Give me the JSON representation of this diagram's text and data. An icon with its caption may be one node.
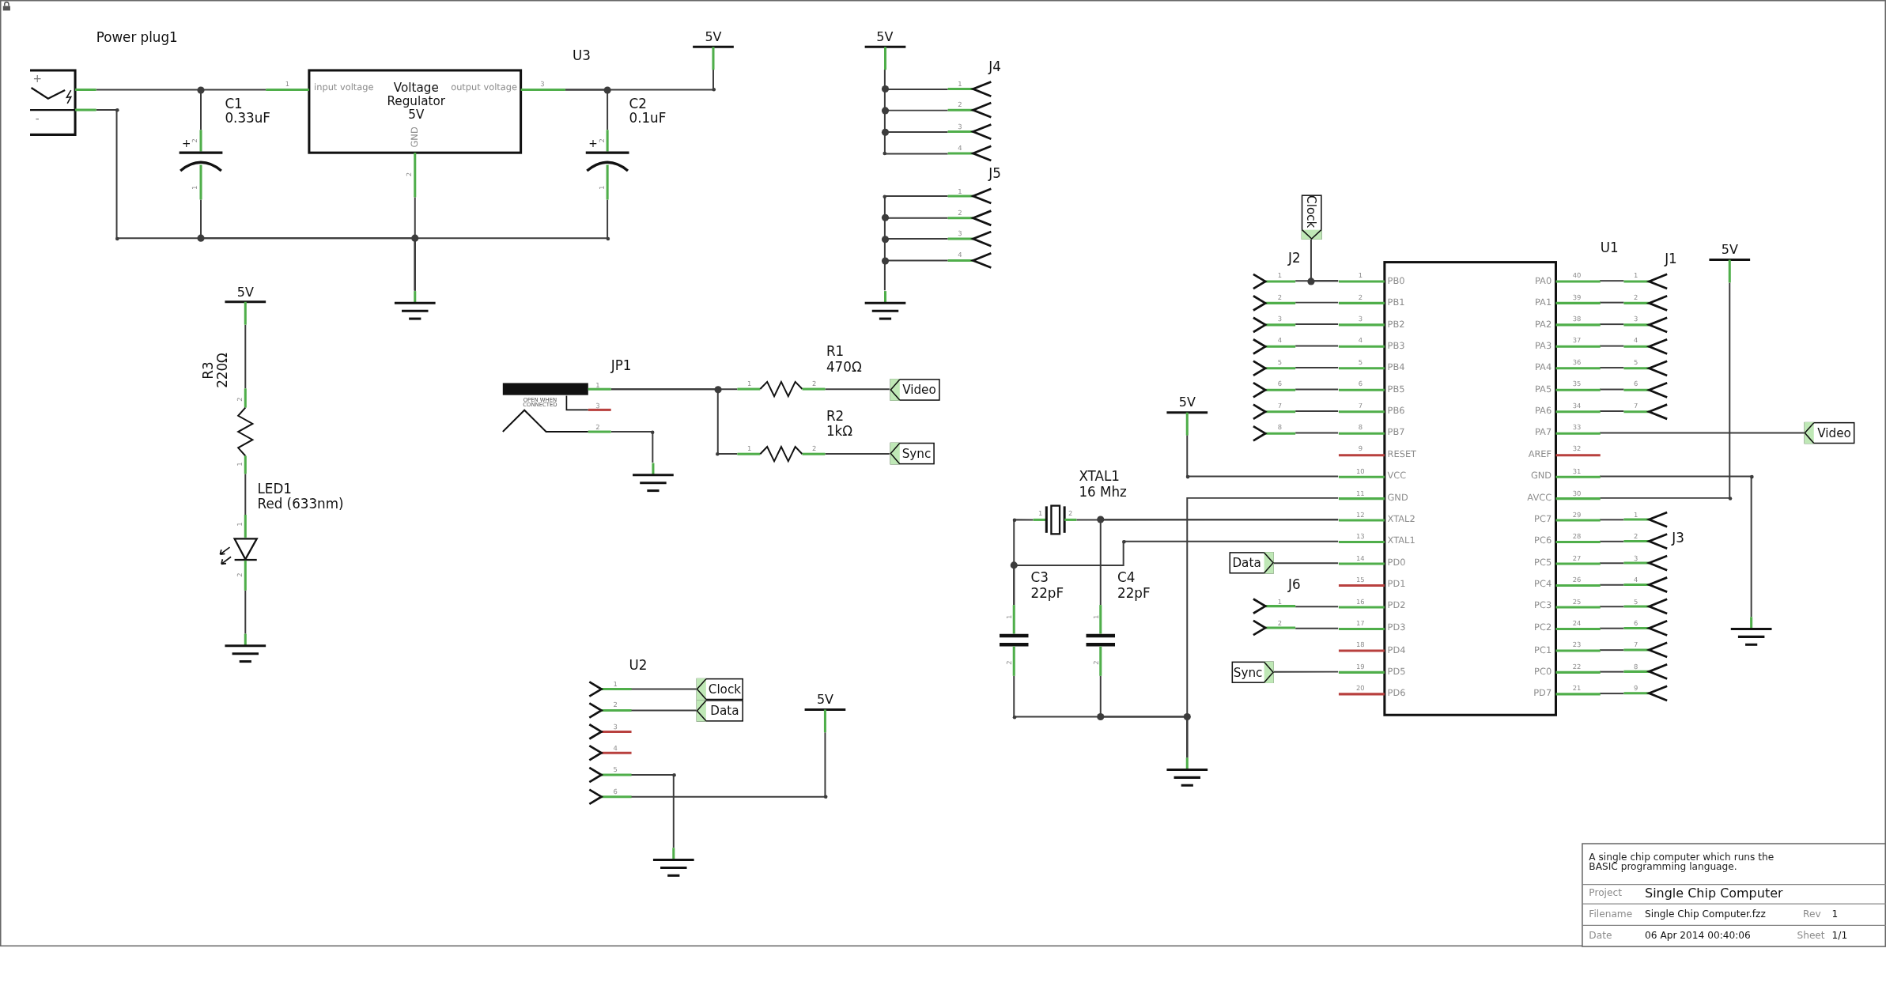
{
  "diagram": {
    "nodes": [
      {
        "text": [
          "+",
          "-"
        ],
        "beside": [
          "Power plug1"
        ]
      },
      {
        "text": [
          "+",
          "2",
          "1"
        ],
        "beside": [
          "C1",
          "0.33uF"
        ]
      },
      {
        "text": [
          "U3",
          "input voltage",
          "Voltage Regulator 5V",
          "output voltage",
          "GND",
          "1",
          "3",
          "2"
        ]
      },
      {
        "text": [
          "+",
          "2",
          "1"
        ],
        "beside": [
          "C2",
          "0.1uF"
        ]
      },
      {
        "text": [
          "5V"
        ]
      },
      {
        "text": [],
        "shape": "ground"
      },
      {
        "text": [
          "5V"
        ]
      },
      {
        "text": [
          "J4",
          "1",
          "2",
          "3",
          "4"
        ]
      },
      {
        "text": [
          "J5",
          "1",
          "2",
          "3",
          "4"
        ]
      },
      {
        "text": [],
        "shape": "ground"
      },
      {
        "text": [
          "5V"
        ]
      },
      {
        "text": [
          "2",
          "1"
        ],
        "beside": [
          "R3",
          "220Ω"
        ]
      },
      {
        "text": [
          "1",
          "2"
        ],
        "beside": [
          "LED1",
          "Red (633nm)"
        ]
      },
      {
        "text": [],
        "shape": "ground"
      },
      {
        "text": [
          "JP1",
          "OPEN WHEN CONNECTED",
          "1",
          "3",
          "2"
        ]
      },
      {
        "text": [],
        "shape": "ground"
      },
      {
        "text": [
          "1",
          "2"
        ],
        "beside": [
          "R1",
          "470Ω"
        ]
      },
      {
        "text": [
          "1",
          "2"
        ],
        "beside": [
          "R2",
          "1kΩ"
        ]
      },
      {
        "text": [
          "Video"
        ]
      },
      {
        "text": [
          "Sync"
        ]
      },
      {
        "text": [
          "U2",
          "1",
          "2",
          "3",
          "4",
          "5",
          "6"
        ]
      },
      {
        "text": [
          "Clock"
        ]
      },
      {
        "text": [
          "Data"
        ]
      },
      {
        "text": [
          "5V"
        ]
      },
      {
        "text": [],
        "shape": "ground"
      },
      {
        "text": [
          "Clock"
        ]
      },
      {
        "text": [
          "J2",
          "1",
          "2",
          "3",
          "4",
          "5",
          "6",
          "7",
          "8"
        ]
      },
      {
        "text": [
          "U1",
          "PB0",
          "PB1",
          "PB2",
          "PB3",
          "PB4",
          "PB5",
          "PB6",
          "PB7",
          "RESET",
          "VCC",
          "GND",
          "XTAL2",
          "XTAL1",
          "PD0",
          "PD1",
          "PD2",
          "PD3",
          "PD4",
          "PD5",
          "PD6",
          "PA0",
          "PA1",
          "PA2",
          "PA3",
          "PA4",
          "PA5",
          "PA6",
          "PA7",
          "AREF",
          "GND",
          "AVCC",
          "PC7",
          "PC6",
          "PC5",
          "PC4",
          "PC3",
          "PC2",
          "PC1",
          "PC0",
          "PD7",
          "1",
          "2",
          "3",
          "4",
          "5",
          "6",
          "7",
          "8",
          "9",
          "10",
          "11",
          "12",
          "13",
          "14",
          "15",
          "16",
          "17",
          "18",
          "19",
          "20",
          "40",
          "39",
          "38",
          "37",
          "36",
          "35",
          "34",
          "33",
          "32",
          "31",
          "30",
          "29",
          "28",
          "27",
          "26",
          "25",
          "24",
          "23",
          "22",
          "21"
        ]
      },
      {
        "text": [
          "J1",
          "1",
          "2",
          "3",
          "4",
          "5",
          "6",
          "7"
        ]
      },
      {
        "text": [
          "5V"
        ]
      },
      {
        "text": [
          "Video"
        ]
      },
      {
        "text": [
          "5V"
        ]
      },
      {
        "text": [
          "1",
          "2"
        ],
        "beside": [
          "XTAL1",
          "16 Mhz"
        ]
      },
      {
        "text": [
          "1",
          "2"
        ],
        "beside": [
          "C3",
          "22pF"
        ]
      },
      {
        "text": [
          "1",
          "2"
        ],
        "beside": [
          "C4",
          "22pF"
        ]
      },
      {
        "text": [
          "Data"
        ]
      },
      {
        "text": [
          "J6",
          "1",
          "2"
        ]
      },
      {
        "text": [
          "Sync"
        ]
      },
      {
        "text": [
          "J3",
          "1",
          "2",
          "3",
          "4",
          "5",
          "6",
          "7",
          "8",
          "9"
        ]
      },
      {
        "text": [],
        "shape": "ground"
      },
      {
        "text": [],
        "shape": "ground"
      }
    ],
    "edges": [
      {
        "from": 0,
        "to": 1,
        "arrow": "none"
      },
      {
        "from": 1,
        "to": 2,
        "arrow": "none"
      },
      {
        "from": 2,
        "to": 3,
        "arrow": "none"
      },
      {
        "from": 2,
        "to": 4,
        "arrow": "none"
      },
      {
        "from": 0,
        "to": 5,
        "arrow": "none"
      },
      {
        "from": 1,
        "to": 5,
        "arrow": "none"
      },
      {
        "from": 2,
        "to": 5,
        "arrow": "none"
      },
      {
        "from": 3,
        "to": 5,
        "arrow": "none"
      },
      {
        "from": 6,
        "to": 7,
        "arrow": "none"
      },
      {
        "from": 8,
        "to": 9,
        "arrow": "none"
      },
      {
        "from": 10,
        "to": 11,
        "arrow": "none"
      },
      {
        "from": 11,
        "to": 12,
        "arrow": "none"
      },
      {
        "from": 12,
        "to": 13,
        "arrow": "none"
      },
      {
        "from": 14,
        "to": 16,
        "arrow": "none"
      },
      {
        "from": 14,
        "to": 17,
        "arrow": "none"
      },
      {
        "from": 16,
        "to": 18,
        "arrow": "none"
      },
      {
        "from": 17,
        "to": 19,
        "arrow": "none"
      },
      {
        "from": 14,
        "to": 15,
        "arrow": "none"
      },
      {
        "from": 20,
        "to": 21,
        "arrow": "none"
      },
      {
        "from": 20,
        "to": 22,
        "arrow": "none"
      },
      {
        "from": 20,
        "to": 24,
        "arrow": "none"
      },
      {
        "from": 20,
        "to": 23,
        "arrow": "none"
      },
      {
        "from": 25,
        "to": 27,
        "arrow": "none"
      },
      {
        "from": 26,
        "to": 27,
        "arrow": "none"
      },
      {
        "from": 26,
        "to": 27,
        "arrow": "none"
      },
      {
        "from": 26,
        "to": 27,
        "arrow": "none"
      },
      {
        "from": 26,
        "to": 27,
        "arrow": "none"
      },
      {
        "from": 26,
        "to": 27,
        "arrow": "none"
      },
      {
        "from": 26,
        "to": 27,
        "arrow": "none"
      },
      {
        "from": 26,
        "to": 27,
        "arrow": "none"
      },
      {
        "from": 26,
        "to": 27,
        "arrow": "none"
      },
      {
        "from": 27,
        "to": 28,
        "arrow": "none"
      },
      {
        "from": 27,
        "to": 28,
        "arrow": "none"
      },
      {
        "from": 27,
        "to": 28,
        "arrow": "none"
      },
      {
        "from": 27,
        "to": 28,
        "arrow": "none"
      },
      {
        "from": 27,
        "to": 28,
        "arrow": "none"
      },
      {
        "from": 27,
        "to": 28,
        "arrow": "none"
      },
      {
        "from": 27,
        "to": 28,
        "arrow": "none"
      },
      {
        "from": 27,
        "to": 30,
        "arrow": "none"
      },
      {
        "from": 27,
        "to": 39,
        "arrow": "none"
      },
      {
        "from": 27,
        "to": 29,
        "arrow": "none"
      },
      {
        "from": 27,
        "to": 38,
        "arrow": "none"
      },
      {
        "from": 27,
        "to": 38,
        "arrow": "none"
      },
      {
        "from": 27,
        "to": 38,
        "arrow": "none"
      },
      {
        "from": 27,
        "to": 38,
        "arrow": "none"
      },
      {
        "from": 27,
        "to": 38,
        "arrow": "none"
      },
      {
        "from": 27,
        "to": 38,
        "arrow": "none"
      },
      {
        "from": 27,
        "to": 38,
        "arrow": "none"
      },
      {
        "from": 27,
        "to": 38,
        "arrow": "none"
      },
      {
        "from": 27,
        "to": 38,
        "arrow": "none"
      },
      {
        "from": 31,
        "to": 27,
        "arrow": "none"
      },
      {
        "from": 27,
        "to": 40,
        "arrow": "none"
      },
      {
        "from": 32,
        "to": 27,
        "arrow": "none"
      },
      {
        "from": 34,
        "to": 27,
        "arrow": "none"
      },
      {
        "from": 32,
        "to": 33,
        "arrow": "none"
      },
      {
        "from": 33,
        "to": 27,
        "arrow": "none"
      },
      {
        "from": 33,
        "to": 40,
        "arrow": "none"
      },
      {
        "from": 34,
        "to": 40,
        "arrow": "none"
      },
      {
        "from": 35,
        "to": 27,
        "arrow": "none"
      },
      {
        "from": 36,
        "to": 27,
        "arrow": "none"
      },
      {
        "from": 36,
        "to": 27,
        "arrow": "none"
      },
      {
        "from": 37,
        "to": 27,
        "arrow": "none"
      }
    ],
    "labels": [
      "A single chip computer which runs the BASIC programming language.",
      "Project",
      "Single Chip Computer",
      "Filename",
      "Single Chip Computer.fzz",
      "Rev",
      "1",
      "Date",
      "06 Apr 2014 00:40:06",
      "Sheet",
      "1/1"
    ]
  }
}
